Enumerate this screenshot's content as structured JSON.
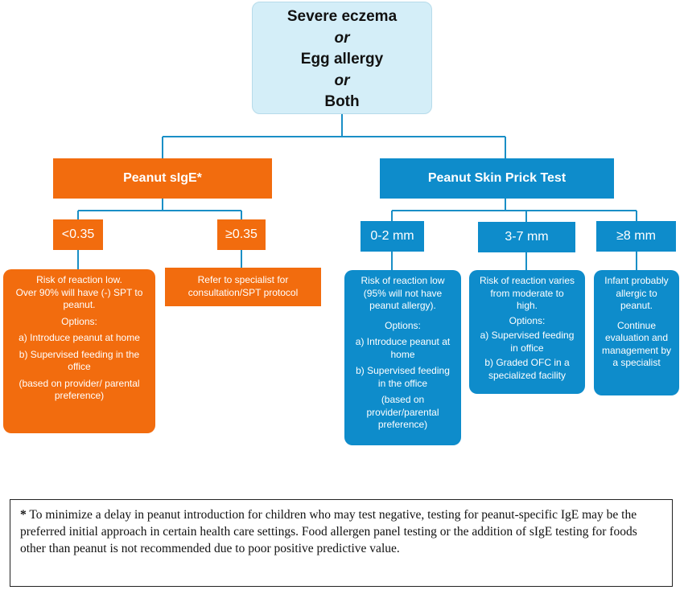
{
  "root": {
    "lines": [
      "Severe eczema",
      "or",
      "Egg allergy",
      "or",
      "Both"
    ]
  },
  "left": {
    "title": "Peanut sIgE*",
    "low": {
      "label": "<0.35",
      "lines": [
        "Risk of reaction low.",
        "Over 90% will have (-) SPT to",
        "peanut.",
        "Options:",
        "a) Introduce peanut at home",
        "b) Supervised feeding in the",
        "office",
        "(based on provider/ parental",
        "preference)"
      ]
    },
    "high": {
      "label": "≥0.35",
      "lines": [
        "Refer to specialist for",
        "consultation/SPT protocol"
      ]
    }
  },
  "right": {
    "title": "Peanut Skin Prick Test",
    "small": {
      "label": "0-2 mm",
      "lines": [
        "Risk of reaction low",
        "(95% will not have",
        "peanut allergy).",
        "Options:",
        "a) Introduce peanut at",
        "home",
        "b) Supervised feeding",
        "in the office",
        "(based on",
        "provider/parental",
        "preference)"
      ]
    },
    "medium": {
      "label": "3-7 mm",
      "lines": [
        "Risk of reaction varies",
        "from moderate to",
        "high.",
        "Options:",
        "a) Supervised feeding",
        "in office",
        "b) Graded OFC in a",
        "specialized facility"
      ]
    },
    "large": {
      "label": "≥8 mm",
      "lines": [
        "Infant probably",
        "allergic to",
        "peanut.",
        "Continue",
        "evaluation and",
        "management by",
        "a specialist"
      ]
    }
  },
  "footnote": {
    "marker": "*",
    "text": "To minimize a delay in peanut introduction for children who may test negative, testing for peanut-specific IgE may be the preferred initial approach in certain health care settings.  Food allergen panel testing or the addition of sIgE testing for foods other than peanut is not recommended due to poor positive predictive value."
  },
  "colors": {
    "orange": "#f26c0e",
    "blue": "#0e8ccb",
    "root_fill": "#d4eef8",
    "connector": "#1a8fc6"
  }
}
